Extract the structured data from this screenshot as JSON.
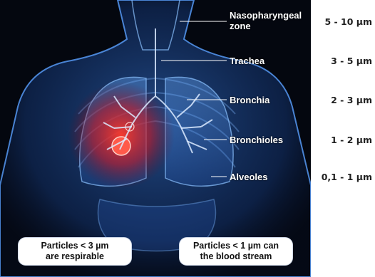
{
  "regions": [
    {
      "name": "Nasopharyngeal zone",
      "label_line1": "Nasopharyngeal",
      "label_line2": "zone",
      "particle_size": "5 - 10 µm"
    },
    {
      "name": "Trachea",
      "label_line1": "Trachea",
      "particle_size": "3 - 5 µm"
    },
    {
      "name": "Bronchia",
      "label_line1": "Bronchia",
      "particle_size": "2 - 3 µm"
    },
    {
      "name": "Bronchioles",
      "label_line1": "Bronchioles",
      "particle_size": "1 - 2 µm"
    },
    {
      "name": "Alveoles",
      "label_line1": "Alveoles",
      "particle_size": "0,1 - 1 µm"
    }
  ],
  "notes": {
    "respirable_line1": "Particles < 3 µm",
    "respirable_line2": "are respirable",
    "blood_line1": "Particles < 1 µm can",
    "blood_line2": "the blood stream"
  },
  "colors": {
    "background": "#04070f",
    "body_glow": "#2f6fd6",
    "inflammation": "#e0202a",
    "leader_line": "#ffffff",
    "size_text": "#1f1f1f"
  }
}
